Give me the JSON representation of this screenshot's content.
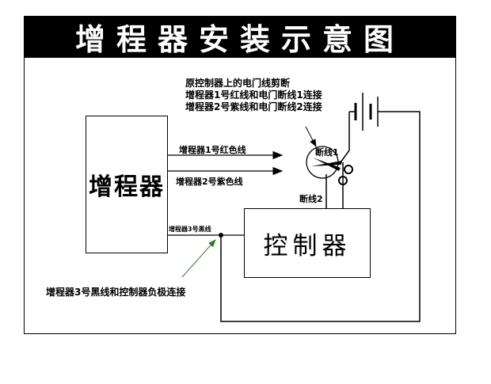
{
  "title": "增程器安装示意图",
  "boxes": {
    "range_extender": "增程器",
    "controller": "控制器"
  },
  "notes": {
    "top": [
      "原控制器上的电门线剪断",
      "增程器1号红线和电门断线1连接",
      "增程器2号紫线和电门断线2连接"
    ],
    "bottom": "增程器3号黑线和控制器负极连接"
  },
  "wires": {
    "red": "增程器1号红色线",
    "purple": "增程器2号紫色线",
    "black": "增程器3号黑线"
  },
  "breaks": {
    "one": "断线1",
    "two": "断线2"
  }
}
